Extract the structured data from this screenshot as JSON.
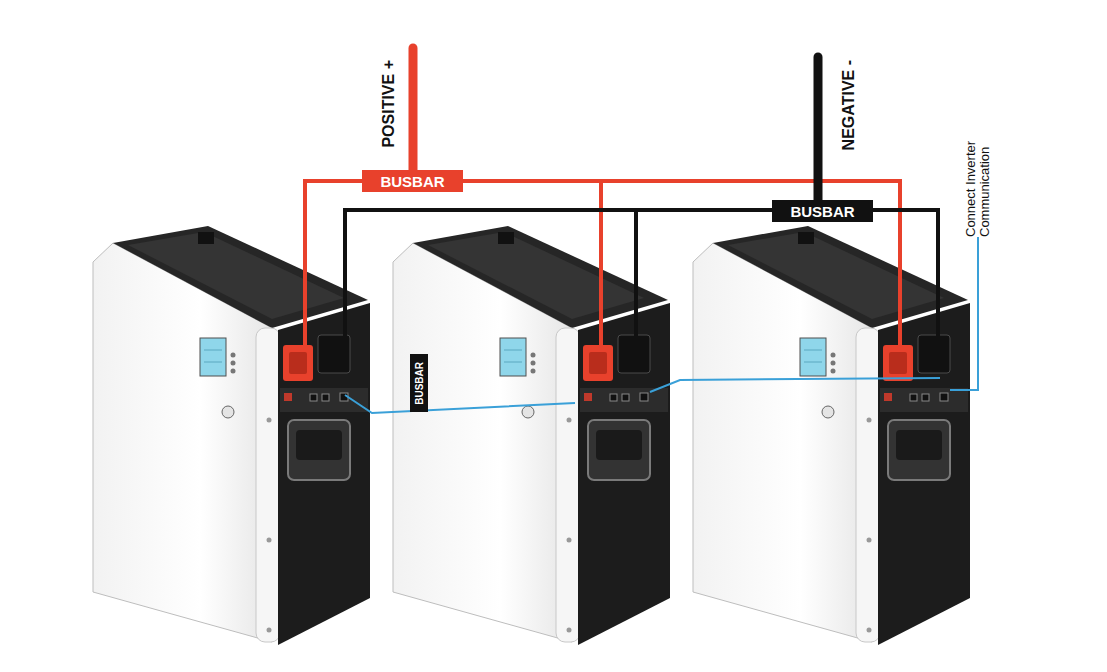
{
  "diagram": {
    "nodes": [
      {
        "text": [
          "BUSBAR"
        ]
      },
      {
        "text": [
          "BUSBAR"
        ]
      },
      {
        "text": [
          "BUSBAR"
        ]
      }
    ],
    "labels": [
      "POSITIVE +",
      "NEGATIVE -",
      "Connect Inverter Communication"
    ]
  }
}
